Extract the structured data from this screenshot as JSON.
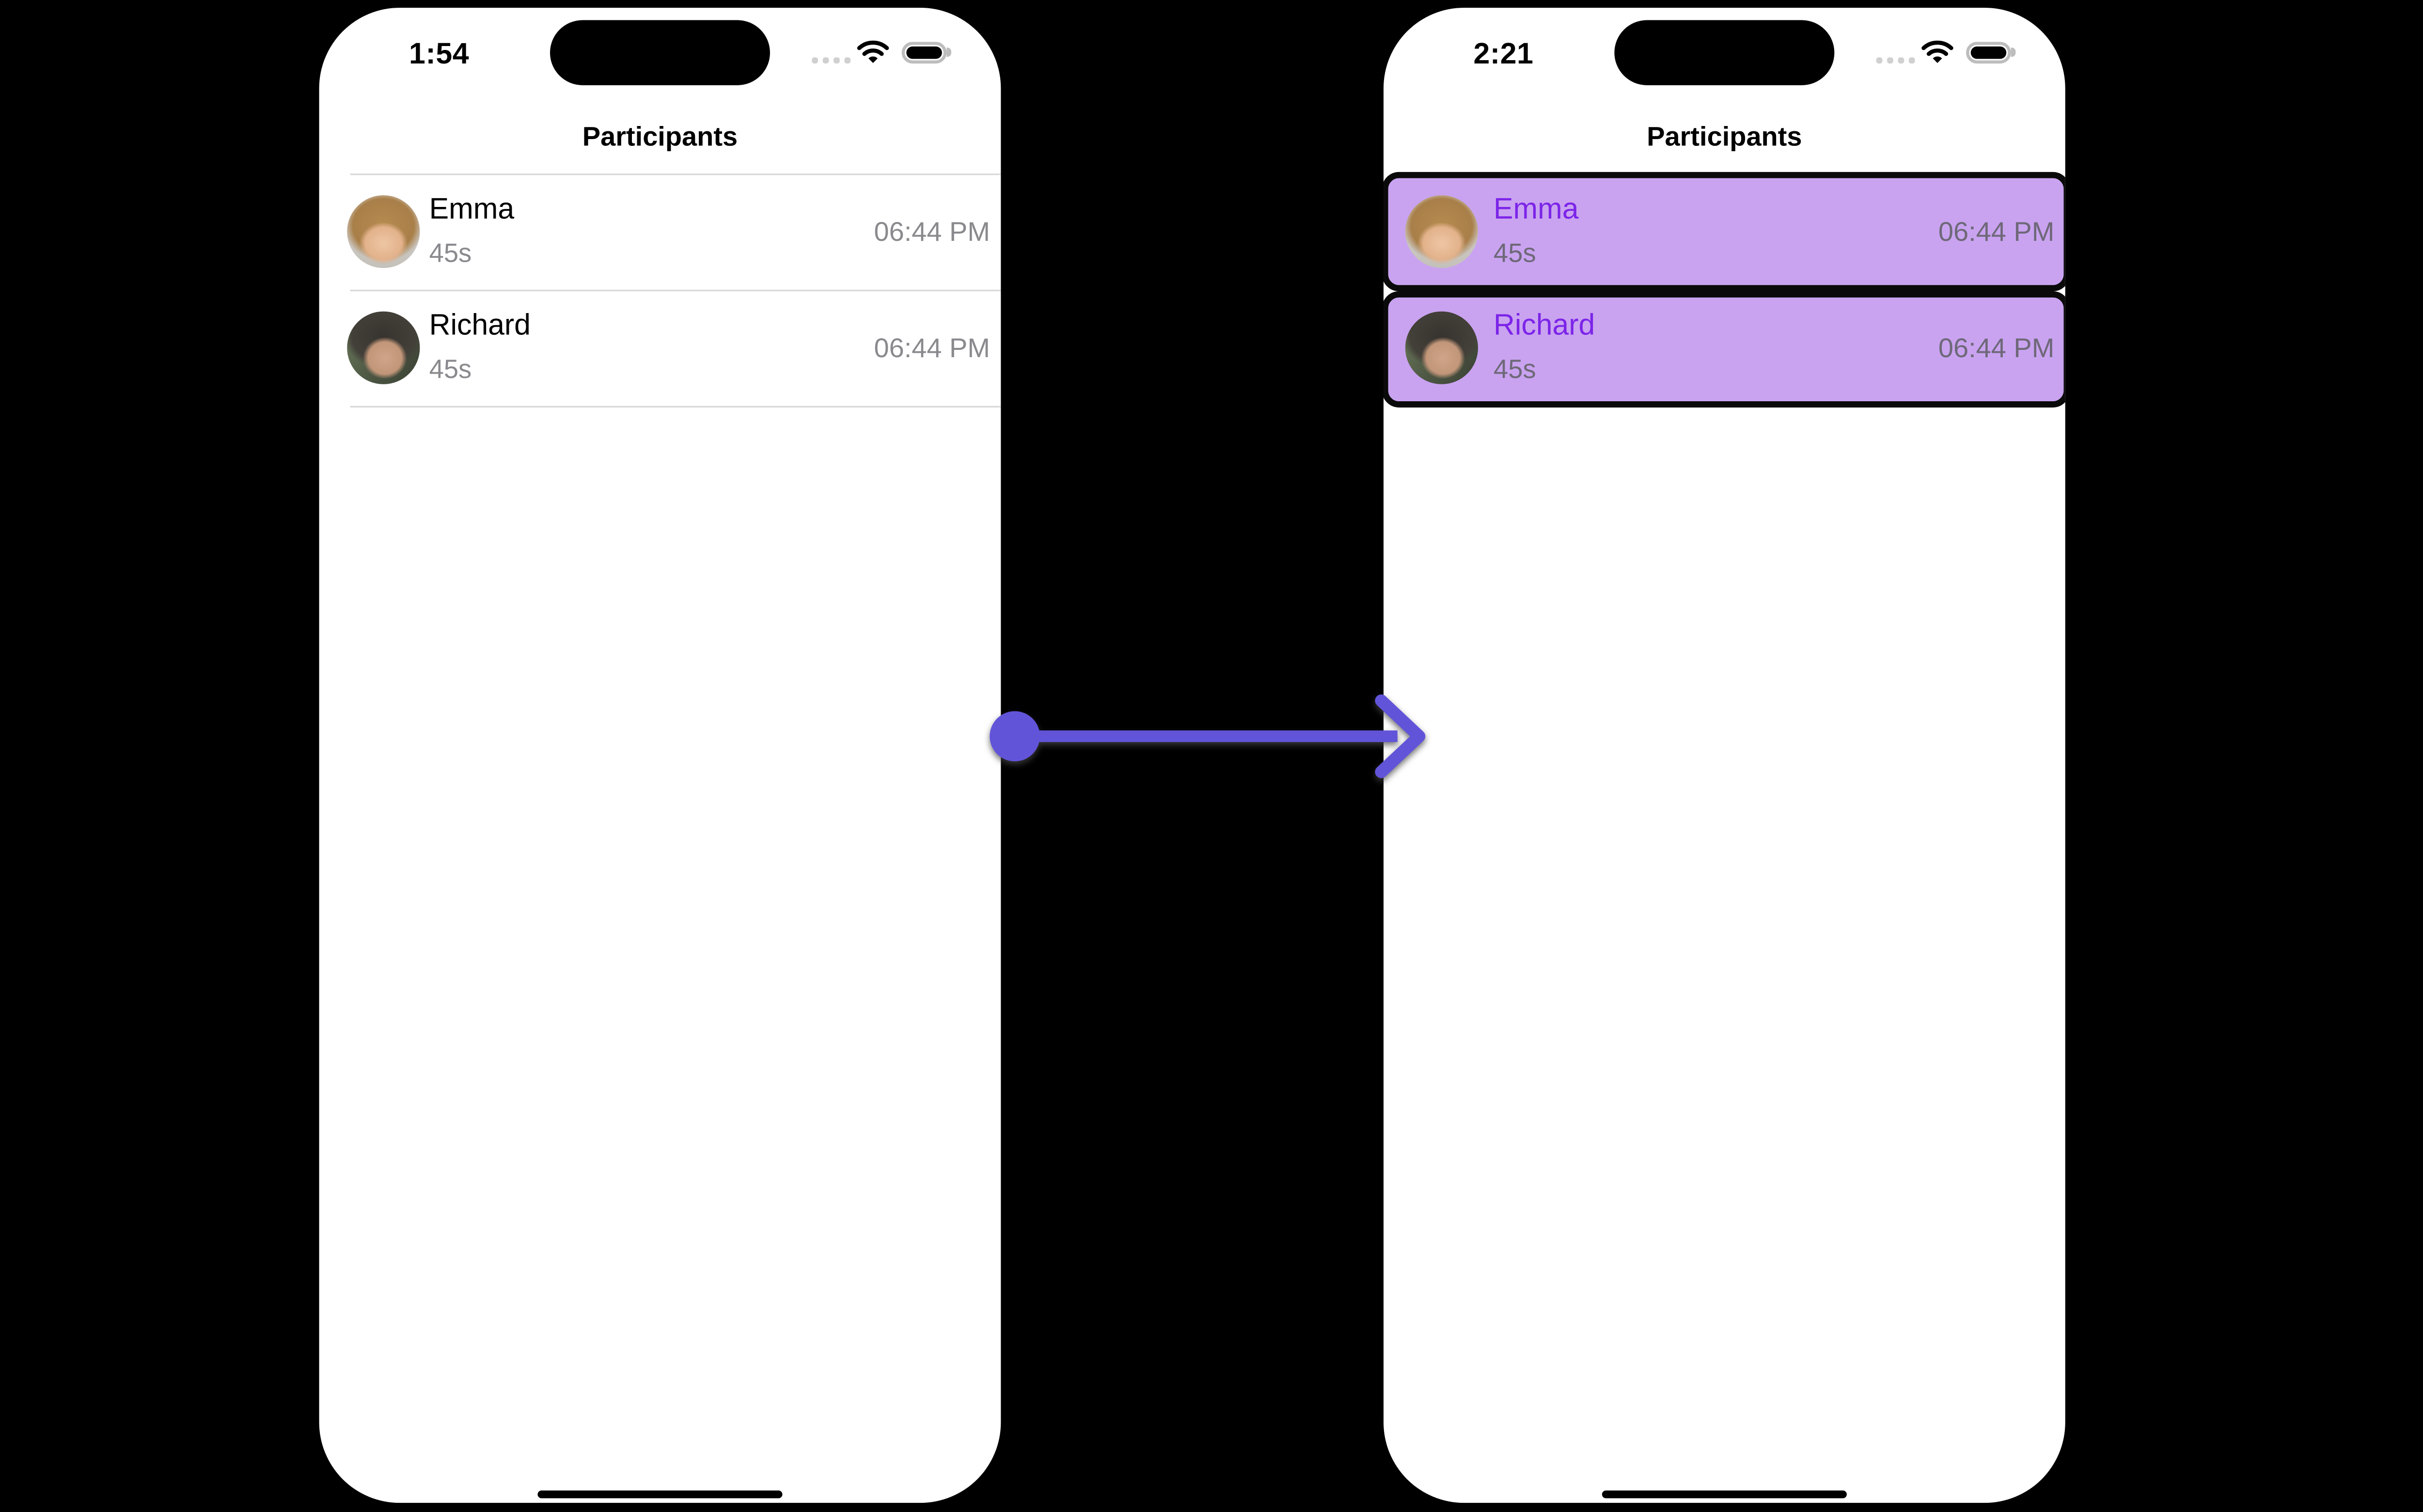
{
  "colors": {
    "highlight_bg": "#C9A3F0",
    "highlight_name": "#7C24E8",
    "highlight_outline": "#0A0A0A",
    "arrow": "#6254D9",
    "muted_text": "#8A8A8E",
    "muted_text_on_highlight": "#6E6878",
    "divider": "#D8D8D8"
  },
  "icons": {
    "cellular": "cellular-signal-icon",
    "wifi": "wifi-icon",
    "battery": "battery-icon",
    "arrow": "annotation-arrow-icon"
  },
  "phones": {
    "left": {
      "status_bar": {
        "time": "1:54"
      },
      "nav_title": "Participants",
      "participants": [
        {
          "name": "Emma",
          "duration": "45s",
          "time": "06:44 PM"
        },
        {
          "name": "Richard",
          "duration": "45s",
          "time": "06:44 PM"
        }
      ]
    },
    "right": {
      "status_bar": {
        "time": "2:21"
      },
      "nav_title": "Participants",
      "participants": [
        {
          "name": "Emma",
          "duration": "45s",
          "time": "06:44 PM"
        },
        {
          "name": "Richard",
          "duration": "45s",
          "time": "06:44 PM"
        }
      ]
    }
  }
}
